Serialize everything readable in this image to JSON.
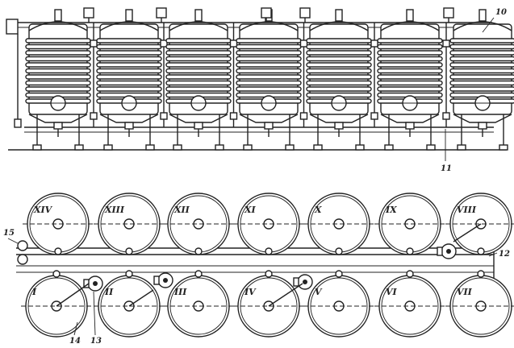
{
  "elevation": {
    "unit_count": 7,
    "callouts": [
      {
        "id": "callout-10",
        "text": "10"
      },
      {
        "id": "callout-11",
        "text": "11"
      }
    ]
  },
  "plan": {
    "top_row_labels": [
      "XIV",
      "XIII",
      "XII",
      "XI",
      "X",
      "IX",
      "VIII"
    ],
    "bottom_row_labels": [
      "I",
      "II",
      "III",
      "IV",
      "V",
      "VI",
      "VII"
    ],
    "callouts": [
      {
        "id": "callout-15",
        "text": "15"
      },
      {
        "id": "callout-12",
        "text": "12"
      },
      {
        "id": "callout-14",
        "text": "14"
      },
      {
        "id": "callout-13",
        "text": "13"
      }
    ]
  }
}
